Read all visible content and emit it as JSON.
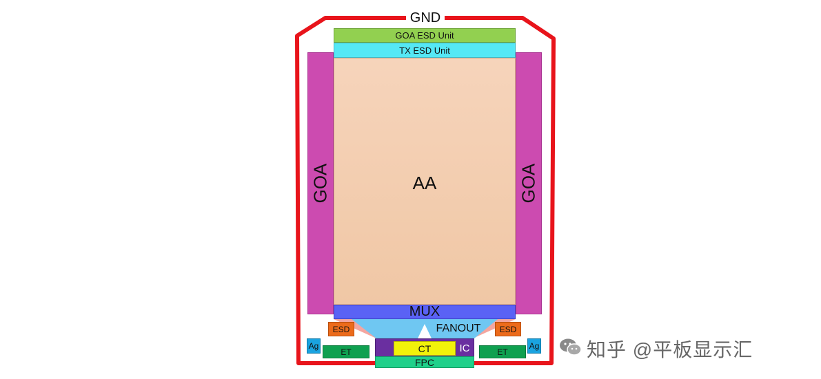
{
  "diagram": {
    "gnd": "GND",
    "goa_esd_unit": "GOA ESD Unit",
    "tx_esd_unit": "TX ESD Unit",
    "aa": "AA",
    "goa_left": "GOA",
    "goa_right": "GOA",
    "mux": "MUX",
    "fanout": "FANOUT",
    "esd_left": "ESD",
    "esd_right": "ESD",
    "ag_left": "Ag",
    "ag_right": "Ag",
    "et_left": "ET",
    "et_right": "ET",
    "ct": "CT",
    "ic": "IC",
    "fpc": "FPC"
  },
  "watermark": {
    "text": "知乎 @平板显示汇"
  },
  "colors": {
    "gnd_line": "#e8141b",
    "goa": "#cc4bb0",
    "aa": "#f3caa8",
    "goa_esd": "#92d050",
    "tx_esd": "#55e8f5",
    "mux": "#5a62f5",
    "fanout": "#6fc7f2",
    "esd": "#ec6b1b",
    "ag": "#1aa3e0",
    "et": "#0fa050",
    "ic": "#6a2fa0",
    "ct": "#f2f20a",
    "fpc": "#20d08a"
  }
}
